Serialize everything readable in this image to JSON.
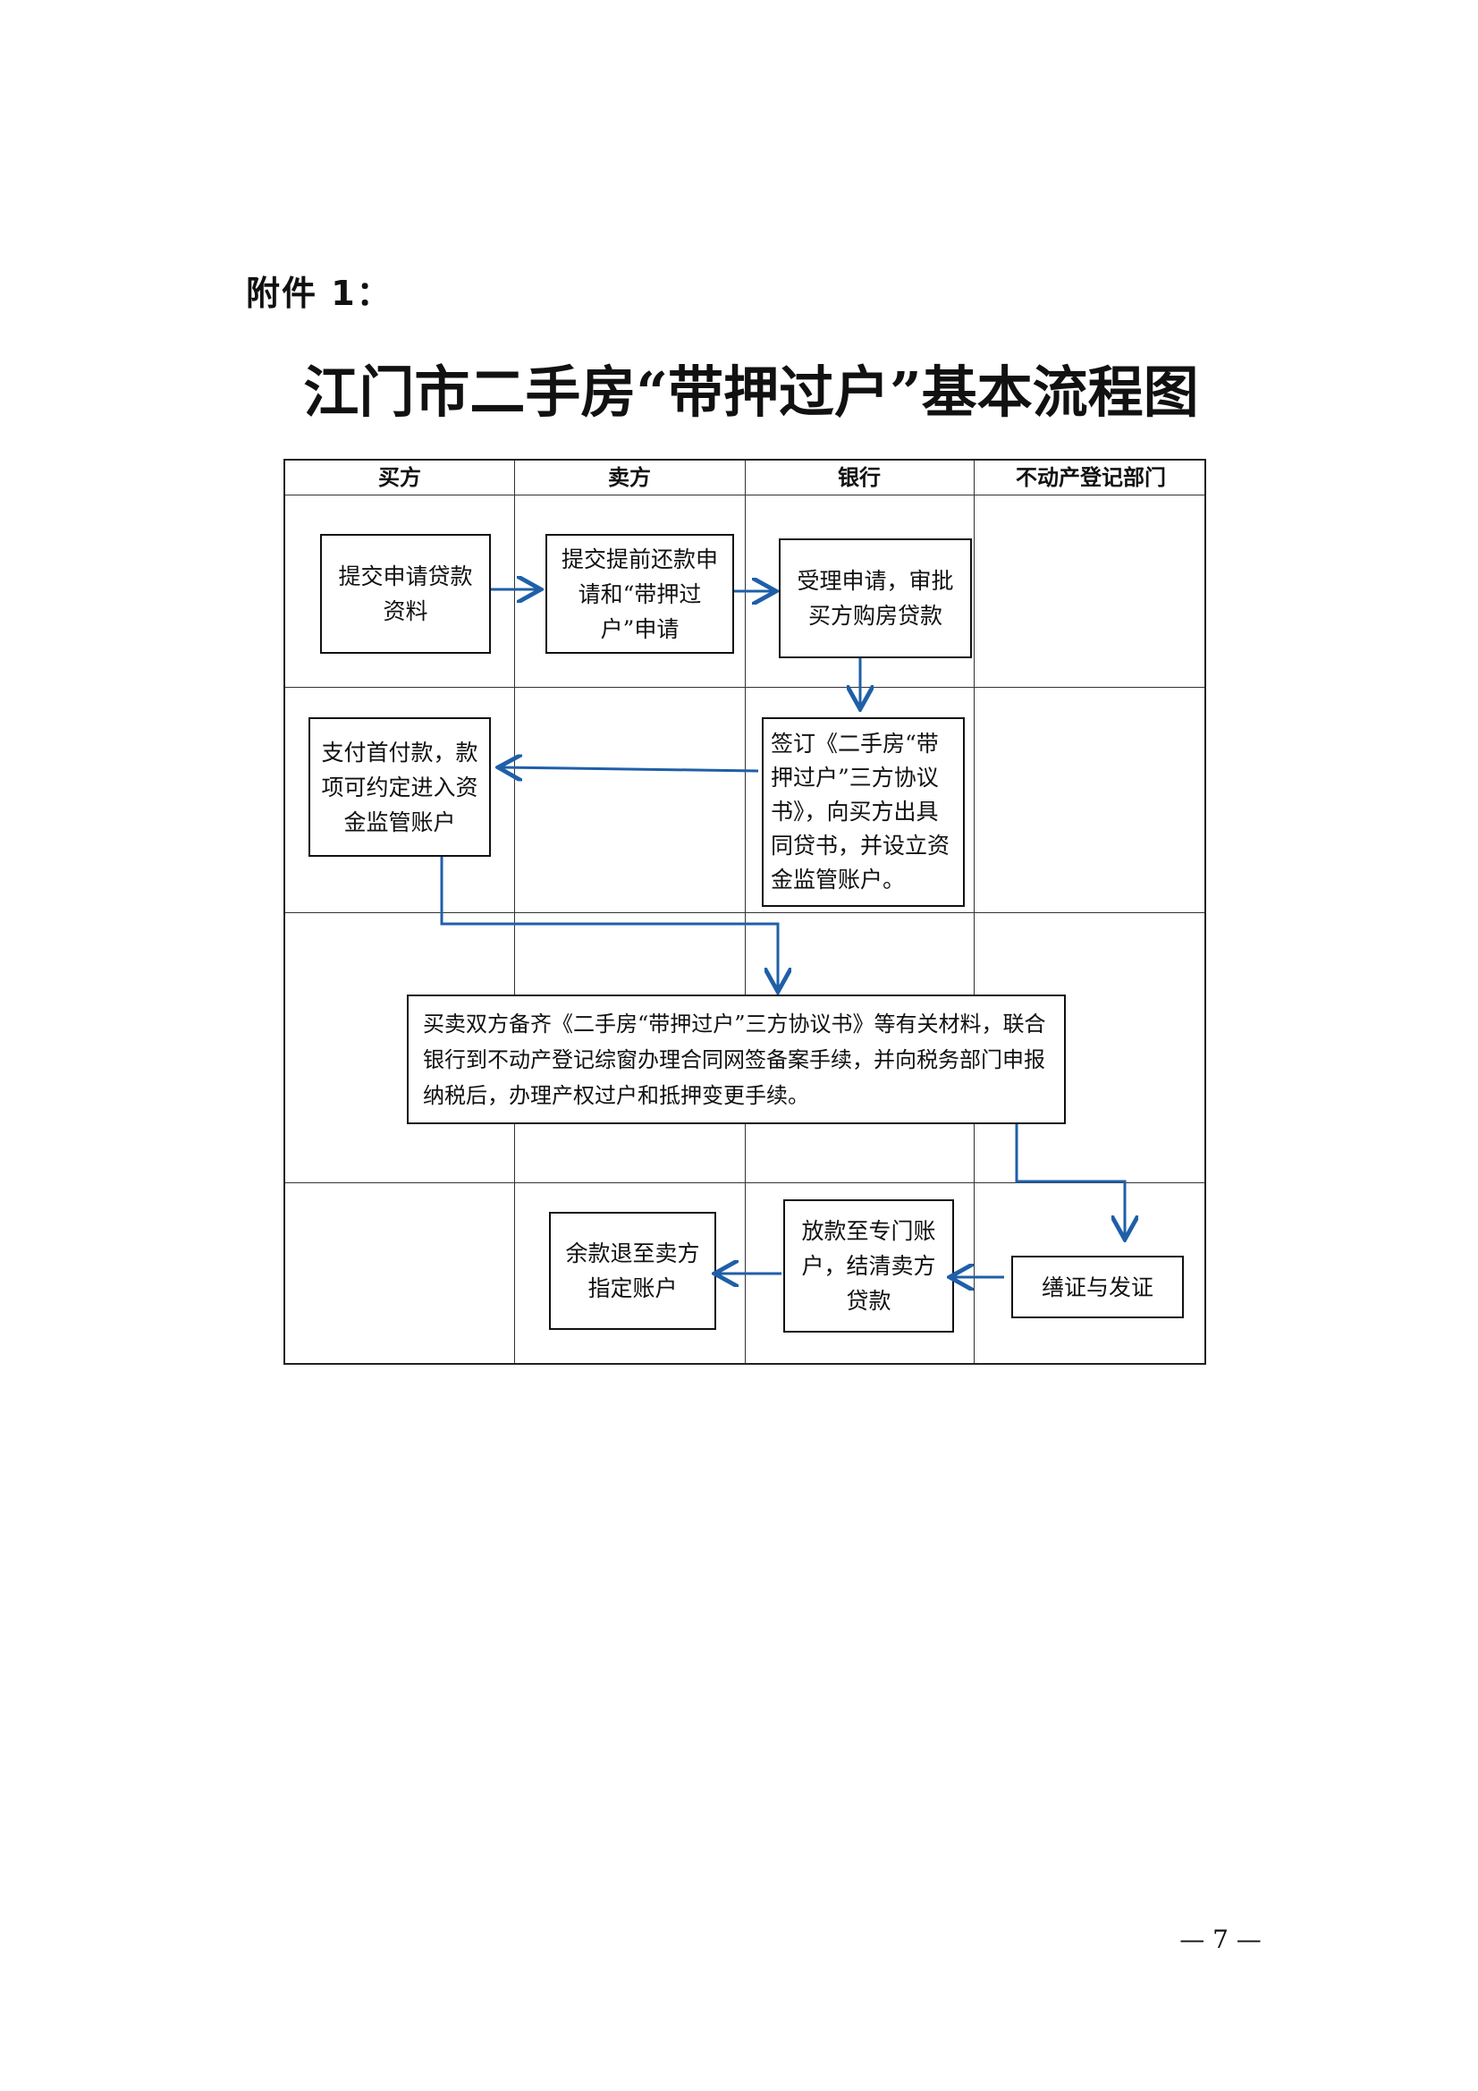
{
  "attachment_label": "附件 1：",
  "title": "江门市二手房“带押过户”基本流程图",
  "columns": [
    "买方",
    "卖方",
    "银行",
    "不动产登记部门"
  ],
  "steps": {
    "buyer_submit": "提交申请贷款资料",
    "seller_apply": "提交提前还款申请和“带押过户”申请",
    "bank_approve": "受理申请，审批买方购房贷款",
    "bank_agreement": "签订《二手房“带押过户”三方协议书》，向买方出具同贷书，并设立资金监管账户。",
    "buyer_pay": "支付首付款，款项可约定进入资金监管账户",
    "joint_filing": "买卖双方备齐《二手房“带押过户”三方协议书》等有关材料，联合银行到不动产登记综窗办理合同网签备案手续，并向税务部门申报纳税后，办理产权过户和抵押变更手续。",
    "registry_certificate": "缮证与发证",
    "bank_release": "放款至专门账户，结清卖方贷款",
    "seller_refund": "余款退至卖方指定账户"
  },
  "colors": {
    "arrow": "#1f5fa8",
    "line": "#222222"
  },
  "page_number": "— 7 —"
}
